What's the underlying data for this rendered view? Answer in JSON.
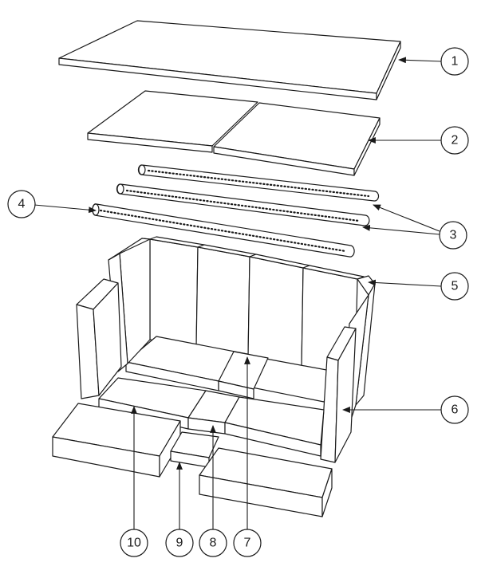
{
  "callouts": [
    {
      "label": "1"
    },
    {
      "label": "2"
    },
    {
      "label": "3"
    },
    {
      "label": "4"
    },
    {
      "label": "5"
    },
    {
      "label": "6"
    },
    {
      "label": "7"
    },
    {
      "label": "8"
    },
    {
      "label": "9"
    },
    {
      "label": "10"
    }
  ],
  "colors": {
    "line": "#1a1a1a",
    "fill": "#ffffff"
  }
}
